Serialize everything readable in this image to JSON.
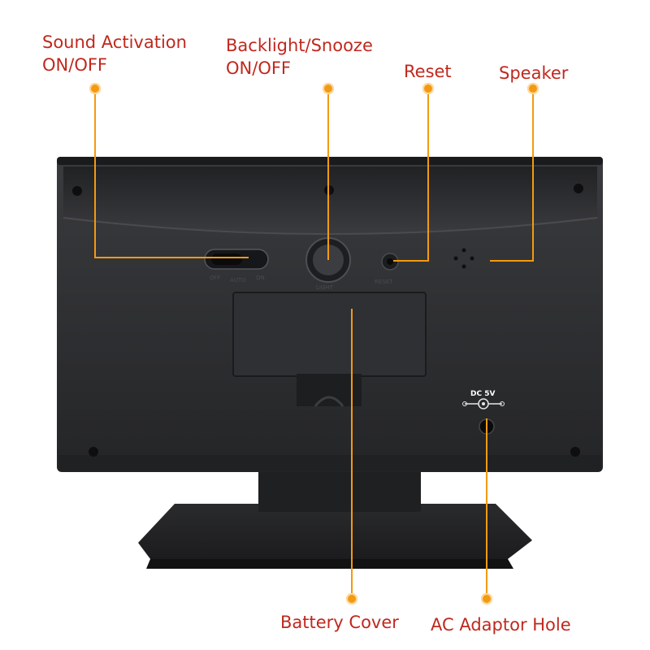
{
  "callouts": {
    "sound_activation": {
      "line1": "Sound Activation",
      "line2": "ON/OFF"
    },
    "backlight_snooze": {
      "line1": "Backlight/Snooze",
      "line2": "ON/OFF"
    },
    "reset": {
      "label": "Reset"
    },
    "speaker": {
      "label": "Speaker"
    },
    "battery_cover": {
      "label": "Battery Cover"
    },
    "ac_adaptor": {
      "label": "AC Adaptor Hole"
    }
  },
  "device": {
    "switch_off": "OFF",
    "switch_auto": "AUTO",
    "switch_on": "ON",
    "snooze_caption": "LIGHT",
    "reset_caption": "RESET",
    "dc_label": "DC 5V"
  },
  "colors": {
    "label": "#c0281e",
    "leader": "#f39a12",
    "body": "#2b2c2e"
  }
}
